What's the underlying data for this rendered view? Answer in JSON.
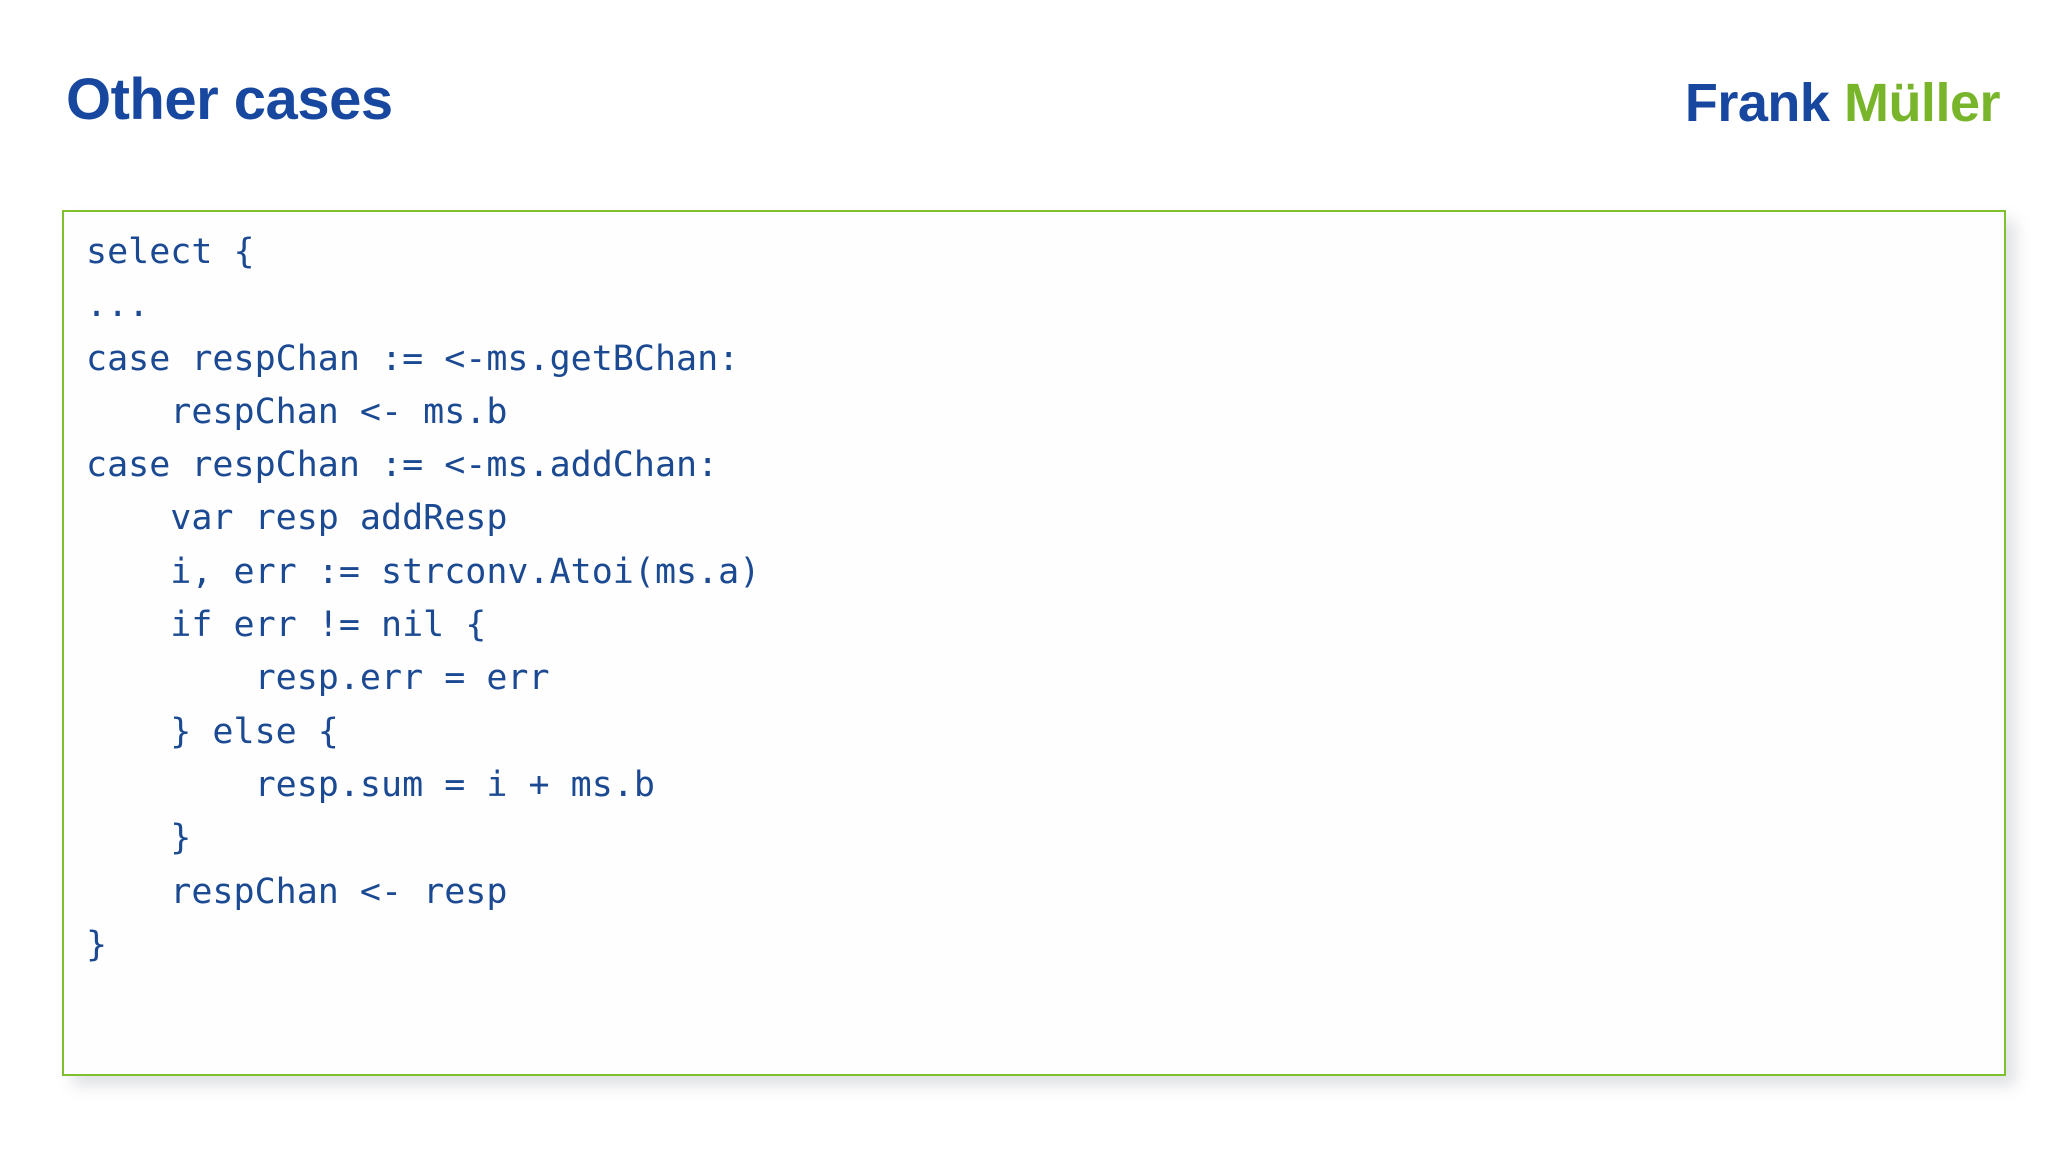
{
  "slide": {
    "background_color": "#ffffff",
    "title": "Other cases",
    "author": {
      "first_name": "Frank",
      "last_name": "Müller",
      "first_name_color": "#17479e",
      "last_name_color": "#79b52b"
    }
  },
  "code_block": {
    "language": "go",
    "border_color": "#7fc02e",
    "background_color": "#fefeff",
    "text_color": "#1b4a92",
    "lines": [
      "select {",
      "...",
      "case respChan := <-ms.getBChan:",
      "    respChan <- ms.b",
      "case respChan := <-ms.addChan:",
      "    var resp addResp",
      "    i, err := strconv.Atoi(ms.a)",
      "    if err != nil {",
      "        resp.err = err",
      "    } else {",
      "        resp.sum = i + ms.b",
      "    }",
      "    respChan <- resp",
      "}"
    ]
  }
}
